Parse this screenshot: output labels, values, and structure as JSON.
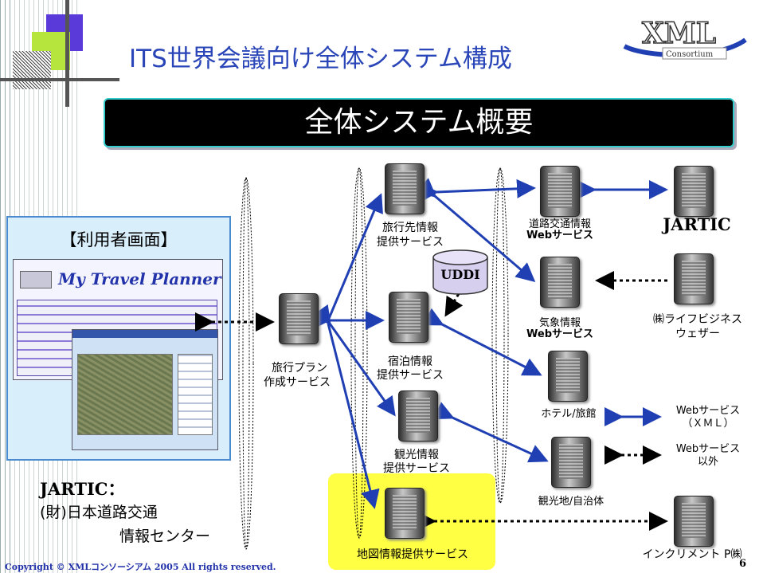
{
  "slide": {
    "title": "ITS世界会議向け全体システム構成",
    "banner": "全体システム概要",
    "logo_text": "XML",
    "logo_subtext": "Consortium",
    "user_panel_title": "【利用者画面】",
    "screen_app_title": "My Travel Planner",
    "jartic_label": "JARTIC：",
    "jartic_desc_line1": "(財)日本道路交通",
    "jartic_desc_line2": "情報センター",
    "copyright": "Copyright © XMLコンソーシアム 2005 All rights reserved.",
    "page_number": "6"
  },
  "nodes": {
    "travel_plan": [
      "旅行プラン",
      "作成サービス"
    ],
    "destination": [
      "旅行先情報",
      "提供サービス"
    ],
    "lodging": [
      "宿泊情報",
      "提供サービス"
    ],
    "tourism": [
      "観光情報",
      "提供サービス"
    ],
    "map": "地図情報提供サービス",
    "uddi": "UDDI",
    "road": [
      "道路交通情報",
      "Webサービス"
    ],
    "jartic": "JARTIC",
    "weather": [
      "気象情報",
      "Webサービス"
    ],
    "life_business": [
      "㈱ライフビジネス",
      "ウェザー"
    ],
    "hotel": "ホテル/旅館",
    "spot": "観光地/自治体",
    "increment": "インクリメント P㈱"
  },
  "legend": {
    "xml_line1": "Webサービス",
    "xml_line2": "（ＸＭＬ）",
    "other_line1": "Webサービス",
    "other_line2": "以外"
  },
  "colors": {
    "title_blue": "#2a45b8",
    "arrow_blue": "#1f3fb3",
    "banner_border": "#33cccc",
    "panel_bg": "#d9eefb",
    "map_highlight": "#ffff44"
  }
}
